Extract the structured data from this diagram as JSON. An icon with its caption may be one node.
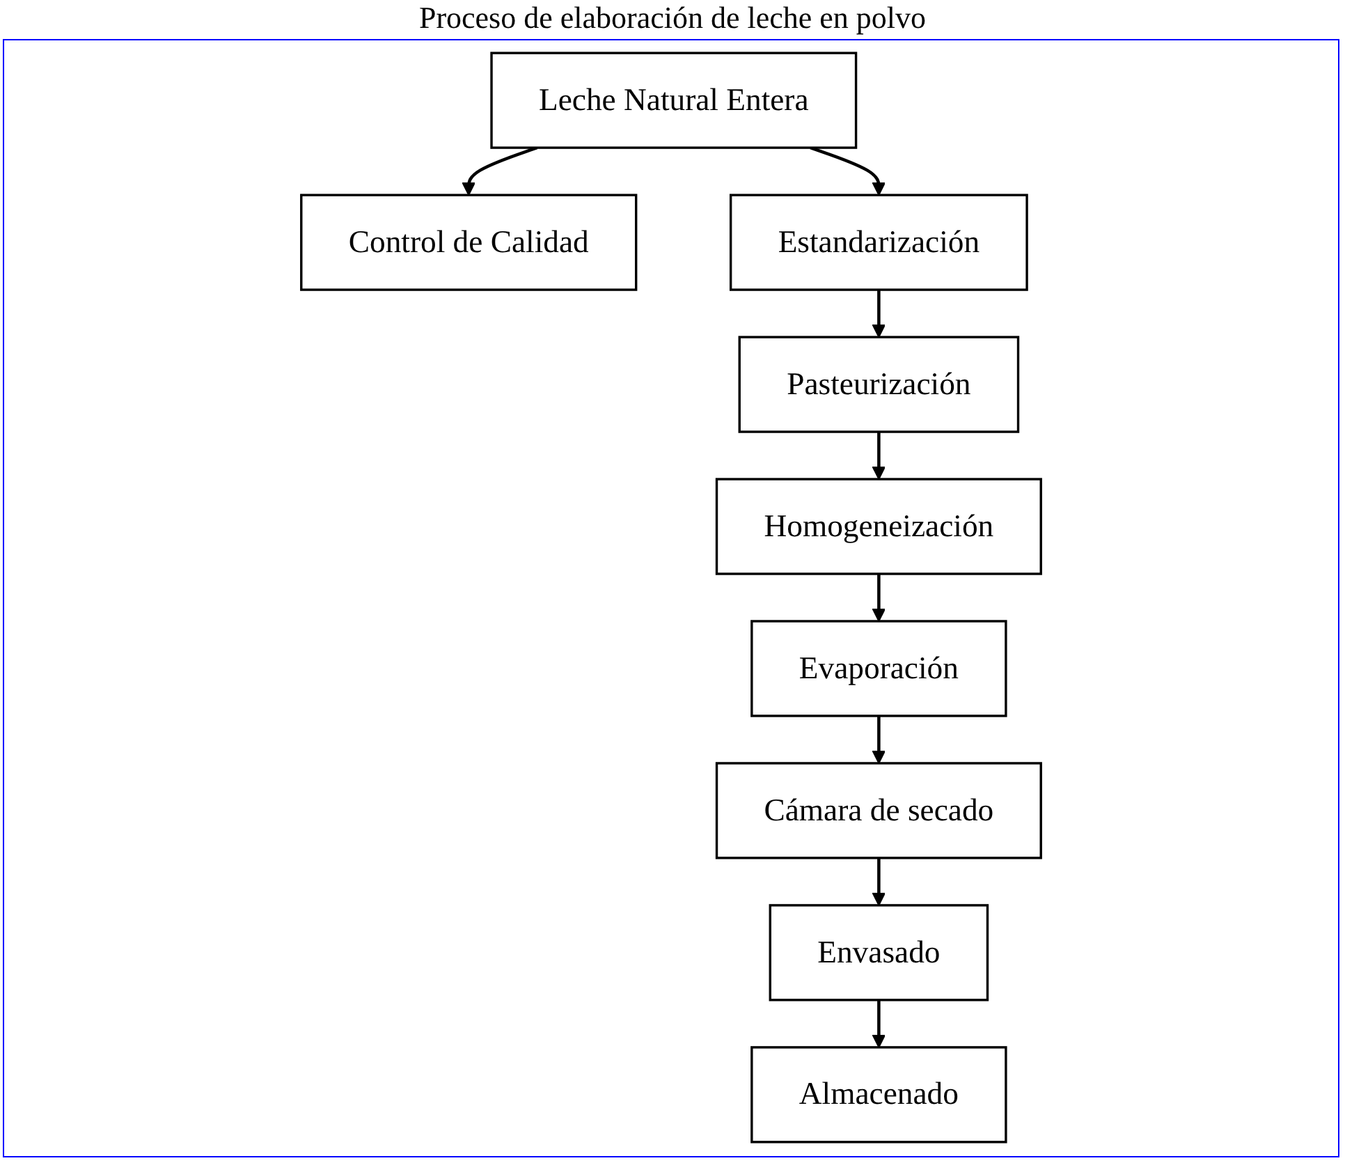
{
  "diagram": {
    "title": "Proceso de elaboración de leche en polvo",
    "nodes": [
      {
        "text": [
          "Leche Natural Entera"
        ]
      },
      {
        "text": [
          "Control de Calidad"
        ]
      },
      {
        "text": [
          "Estandarización"
        ]
      },
      {
        "text": [
          "Pasteurización"
        ]
      },
      {
        "text": [
          "Homogeneización"
        ]
      },
      {
        "text": [
          "Evaporación"
        ]
      },
      {
        "text": [
          "Cámara de secado"
        ]
      },
      {
        "text": [
          "Envasado"
        ]
      },
      {
        "text": [
          "Almacenado"
        ]
      }
    ],
    "edges": [
      {
        "from": 0,
        "to": 1,
        "arrow": "to"
      },
      {
        "from": 0,
        "to": 2,
        "arrow": "to"
      },
      {
        "from": 2,
        "to": 3,
        "arrow": "to"
      },
      {
        "from": 3,
        "to": 4,
        "arrow": "to"
      },
      {
        "from": 4,
        "to": 5,
        "arrow": "to"
      },
      {
        "from": 5,
        "to": 6,
        "arrow": "to"
      },
      {
        "from": 6,
        "to": 7,
        "arrow": "to"
      },
      {
        "from": 7,
        "to": 8,
        "arrow": "to"
      }
    ]
  }
}
